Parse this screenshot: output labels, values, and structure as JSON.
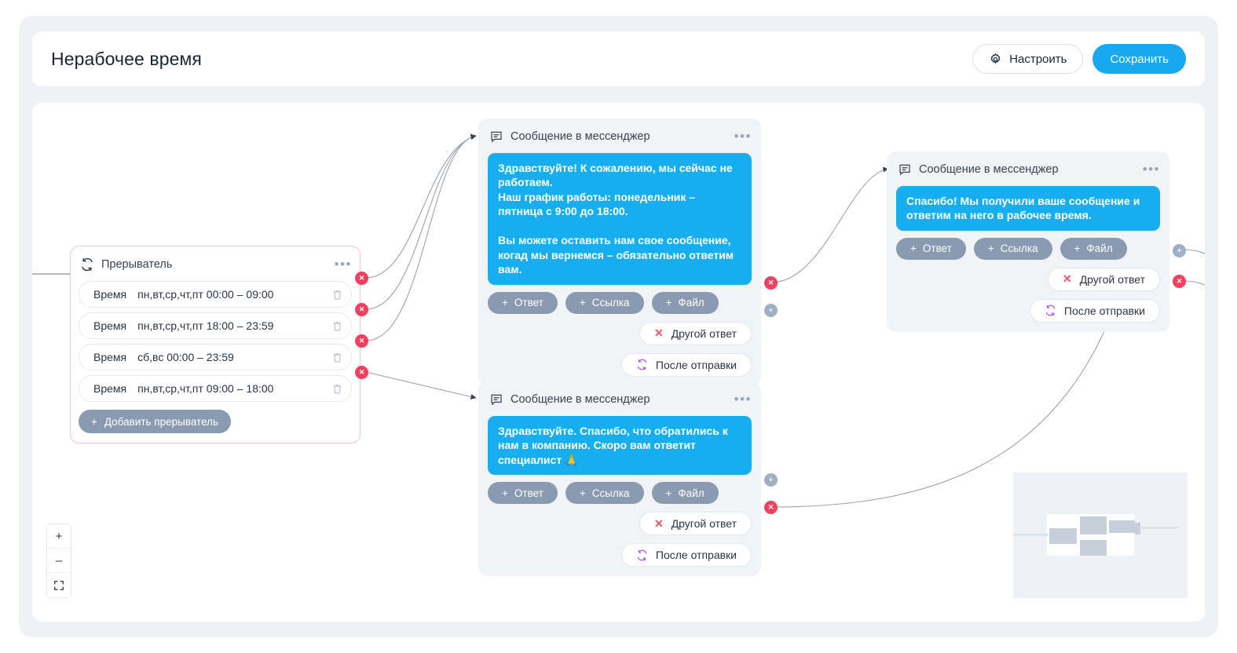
{
  "header": {
    "title": "Нерабочее время",
    "settings_label": "Настроить",
    "save_label": "Сохранить"
  },
  "colors": {
    "accent_blue": "#17aef0",
    "primary_button": "#17a8f0",
    "chip_gray": "#8a9ab0",
    "handle_red": "#f2415f",
    "handle_plus": "#9fb0c4",
    "trigger_border": "#f7c3cf",
    "canvas_bg": "#eef1f6",
    "node_bg": "#f1f3f7",
    "refresh_purple": "#a855f7"
  },
  "trigger_node": {
    "title": "Прерыватель",
    "menu": "•••",
    "rows": [
      {
        "label": "Время",
        "value": "пн,вт,ср,чт,пт 00:00 – 09:00"
      },
      {
        "label": "Время",
        "value": "пн,вт,ср,чт,пт 18:00 – 23:59"
      },
      {
        "label": "Время",
        "value": "сб,вс 00:00 – 23:59"
      },
      {
        "label": "Время",
        "value": "пн,вт,ср,чт,пт 09:00 – 18:00"
      }
    ],
    "add_label": "Добавить прерыватель"
  },
  "nodes": [
    {
      "id": "msg-top",
      "title": "Сообщение в мессенджер",
      "menu": "•••",
      "message": "Здравствуйте! К сожалению, мы сейчас не работаем.\nНаш график работы: понедельник – пятница с 9:00 до 18:00.\n\nВы можете оставить нам свое сообщение, когад мы вернемся – обязательно ответим вам.",
      "chips": [
        "Ответ",
        "Ссылка",
        "Файл"
      ],
      "outputs": [
        {
          "label": "Другой ответ",
          "icon": "x",
          "handle": "red"
        },
        {
          "label": "После отправки",
          "icon": "refresh",
          "handle": "plus"
        }
      ]
    },
    {
      "id": "msg-right",
      "title": "Сообщение в мессенджер",
      "menu": "•••",
      "message": "Спасибо! Мы получили ваше сообщение и ответим на него в рабочее время.",
      "chips": [
        "Ответ",
        "Ссылка",
        "Файл"
      ],
      "outputs": [
        {
          "label": "Другой ответ",
          "icon": "x",
          "handle": "plus"
        },
        {
          "label": "После отправки",
          "icon": "refresh",
          "handle": "red"
        }
      ]
    },
    {
      "id": "msg-bottom",
      "title": "Сообщение в мессенджер",
      "menu": "•••",
      "message": "Здравствуйте. Спасибо, что обратились к нам в компанию. Скоро вам ответит специалист 🙏",
      "chips": [
        "Ответ",
        "Ссылка",
        "Файл"
      ],
      "outputs": [
        {
          "label": "Другой ответ",
          "icon": "x",
          "handle": "plus"
        },
        {
          "label": "После отправки",
          "icon": "refresh",
          "handle": "red"
        }
      ]
    }
  ],
  "zoom_controls": {
    "zoom_in": "+",
    "zoom_out": "–",
    "fit": "fit-screen"
  }
}
